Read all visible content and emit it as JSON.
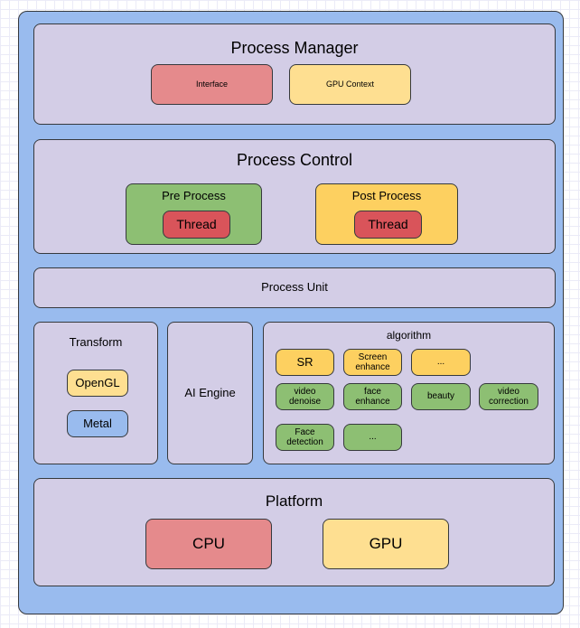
{
  "diagram": {
    "process_manager": {
      "title": "Process Manager",
      "items": [
        {
          "label": "Interface",
          "color": "#e58a8c"
        },
        {
          "label": "GPU Context",
          "color": "#fedf91"
        }
      ]
    },
    "process_control": {
      "title": "Process Control",
      "pre_process": {
        "label": "Pre Process",
        "thread": "Thread",
        "color": "#8dbf73"
      },
      "post_process": {
        "label": "Post Process",
        "thread": "Thread",
        "color": "#fdd060"
      }
    },
    "process_unit": {
      "title": "Process Unit"
    },
    "transform": {
      "title": "Transform",
      "items": [
        {
          "label": "OpenGL",
          "color": "#fedf91"
        },
        {
          "label": "Metal",
          "color": "#99bbee"
        }
      ]
    },
    "ai_engine": {
      "title": "AI Engine"
    },
    "algorithm": {
      "title": "algorithm",
      "row1": [
        "SR",
        "Screen enhance",
        "..."
      ],
      "row2": [
        "video denoise",
        "face enhance",
        "beauty",
        "video correction"
      ],
      "row3": [
        "Face detection",
        "..."
      ]
    },
    "platform": {
      "title": "Platform",
      "items": [
        {
          "label": "CPU",
          "color": "#e58a8c"
        },
        {
          "label": "GPU",
          "color": "#fedf91"
        }
      ]
    }
  }
}
